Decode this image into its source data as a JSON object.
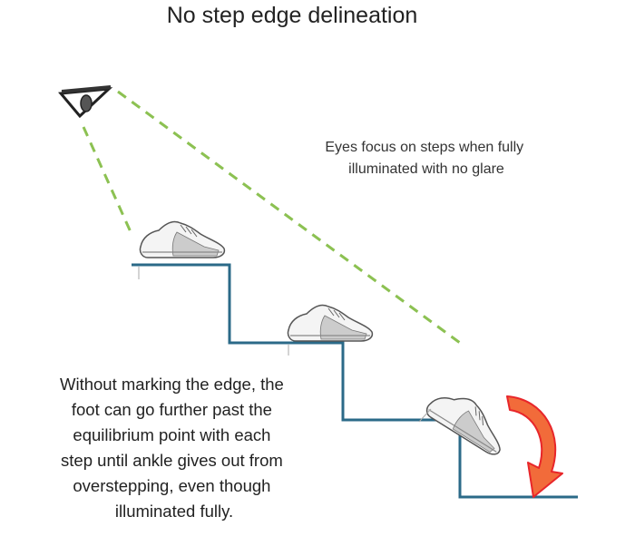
{
  "title": "No step edge delineation",
  "focus_note": {
    "lines": [
      "Eyes focus on steps when fully",
      "illuminated with no glare"
    ]
  },
  "caption": {
    "lines": [
      "Without marking the edge, the",
      "foot can go further past the",
      "equilibrium point with each",
      "step until ankle gives out from",
      "overstepping, even though",
      "illuminated fully."
    ]
  },
  "colors": {
    "stairs": "#2b6a88",
    "sightline": "#8cc152",
    "arrow": "#f26b3a",
    "arrow_outline": "#e8262a"
  }
}
